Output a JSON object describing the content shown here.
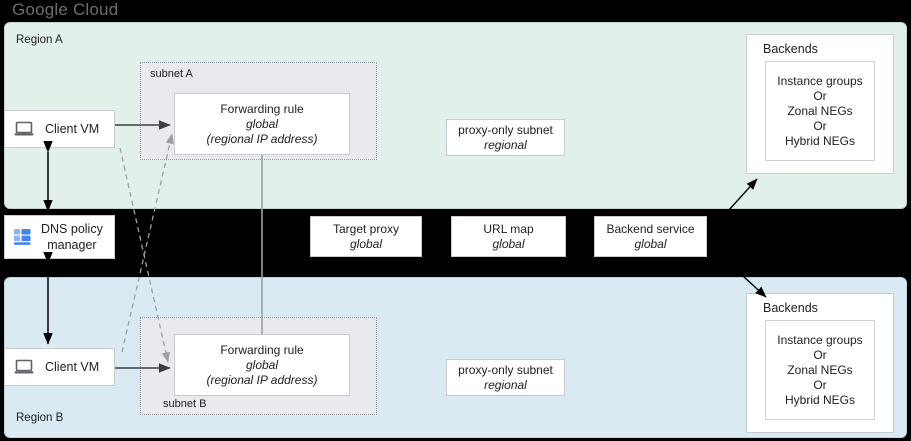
{
  "brand": {
    "wordmark": "Google Cloud",
    "logo_color": "#6d6d6d"
  },
  "colors": {
    "region_a_fill": "#e2f0ea",
    "region_b_fill": "#daeaf2",
    "subnet_fill": "#e9eaee",
    "card_fill": "#ffffff",
    "band_fill": "#000000",
    "icon_blue": "#4285f4",
    "connector_solid": "#5f6368",
    "connector_dashed": "#9aa0a6"
  },
  "regions": [
    {
      "id": "region-a",
      "label": "Region A"
    },
    {
      "id": "region-b",
      "label": "Region B"
    }
  ],
  "subnets": [
    {
      "id": "subnet-a",
      "label": "subnet A"
    },
    {
      "id": "subnet-b",
      "label": "subnet B"
    }
  ],
  "client_vms": [
    {
      "id": "client-vm-a",
      "label": "Client VM",
      "icon": "laptop-icon"
    },
    {
      "id": "client-vm-b",
      "label": "Client VM",
      "icon": "laptop-icon"
    }
  ],
  "forwarding_rules": [
    {
      "id": "forwarding-rule-a",
      "title": "Forwarding rule",
      "scope": "global",
      "detail": "(regional IP address)"
    },
    {
      "id": "forwarding-rule-b",
      "title": "Forwarding rule",
      "scope": "global",
      "detail": "(regional IP address)"
    }
  ],
  "proxy_subnets": [
    {
      "id": "proxy-only-subnet-a",
      "title": "proxy-only  subnet",
      "scope": "regional"
    },
    {
      "id": "proxy-only-subnet-b",
      "title": "proxy-only  subnet",
      "scope": "regional"
    }
  ],
  "dns_policy_manager": {
    "line1": "DNS policy",
    "line2": "manager",
    "icon": "dns-server-icon"
  },
  "global_services": [
    {
      "id": "target-proxy",
      "title": "Target proxy",
      "scope": "global"
    },
    {
      "id": "url-map",
      "title": "URL map",
      "scope": "global"
    },
    {
      "id": "backend-service",
      "title": "Backend service",
      "scope": "global"
    }
  ],
  "backends": [
    {
      "id": "backends-a",
      "title": "Backends",
      "items": [
        "Instance groups",
        "Or",
        "Zonal NEGs",
        "Or",
        "Hybrid NEGs"
      ]
    },
    {
      "id": "backends-b",
      "title": "Backends",
      "items": [
        "Instance groups",
        "Or",
        "Zonal NEGs",
        "Or",
        "Hybrid NEGs"
      ]
    }
  ]
}
